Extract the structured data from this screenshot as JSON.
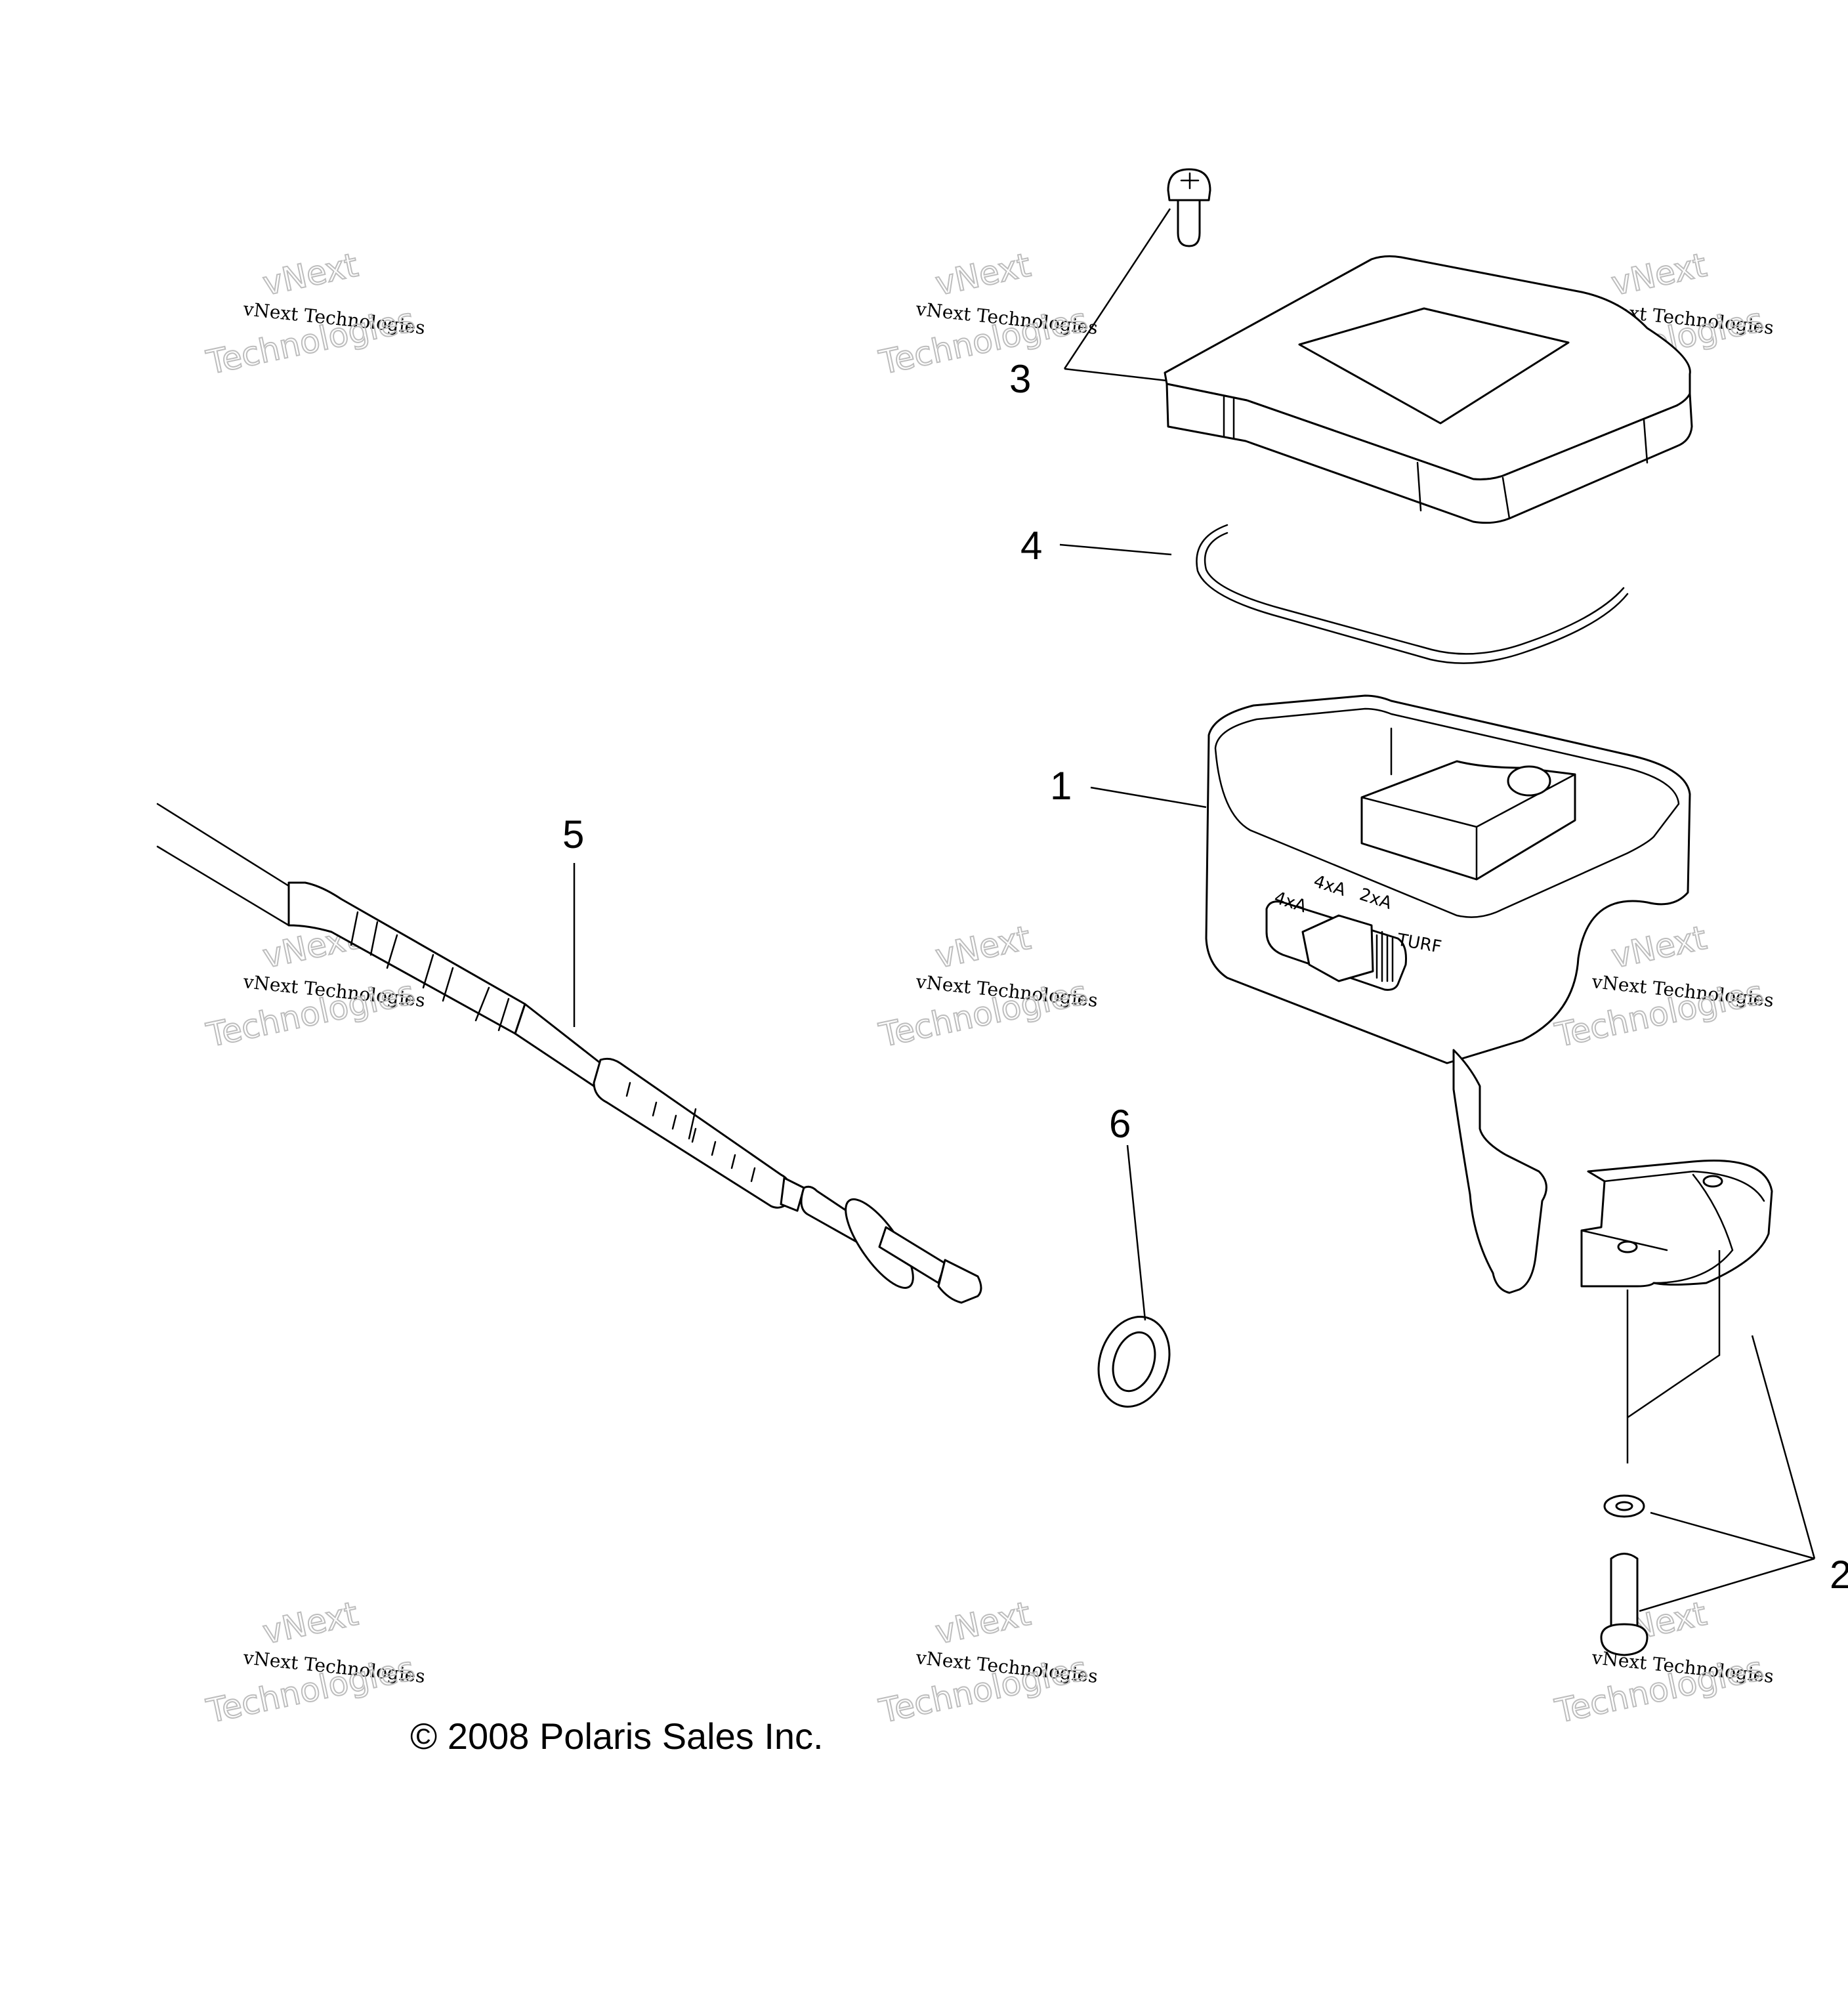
{
  "diagram": {
    "callouts": [
      "1",
      "2",
      "3",
      "4",
      "5",
      "6"
    ],
    "switch_markings": {
      "mode_1": "4xA",
      "mode_2": "4xA",
      "mode_3": "2xA",
      "mode_4": "TURF"
    },
    "copyright": "© 2008 Polaris Sales Inc.",
    "watermark": {
      "line_1": "vNext Technologies",
      "line_2": "vNext",
      "line_3": "Technologies"
    }
  }
}
